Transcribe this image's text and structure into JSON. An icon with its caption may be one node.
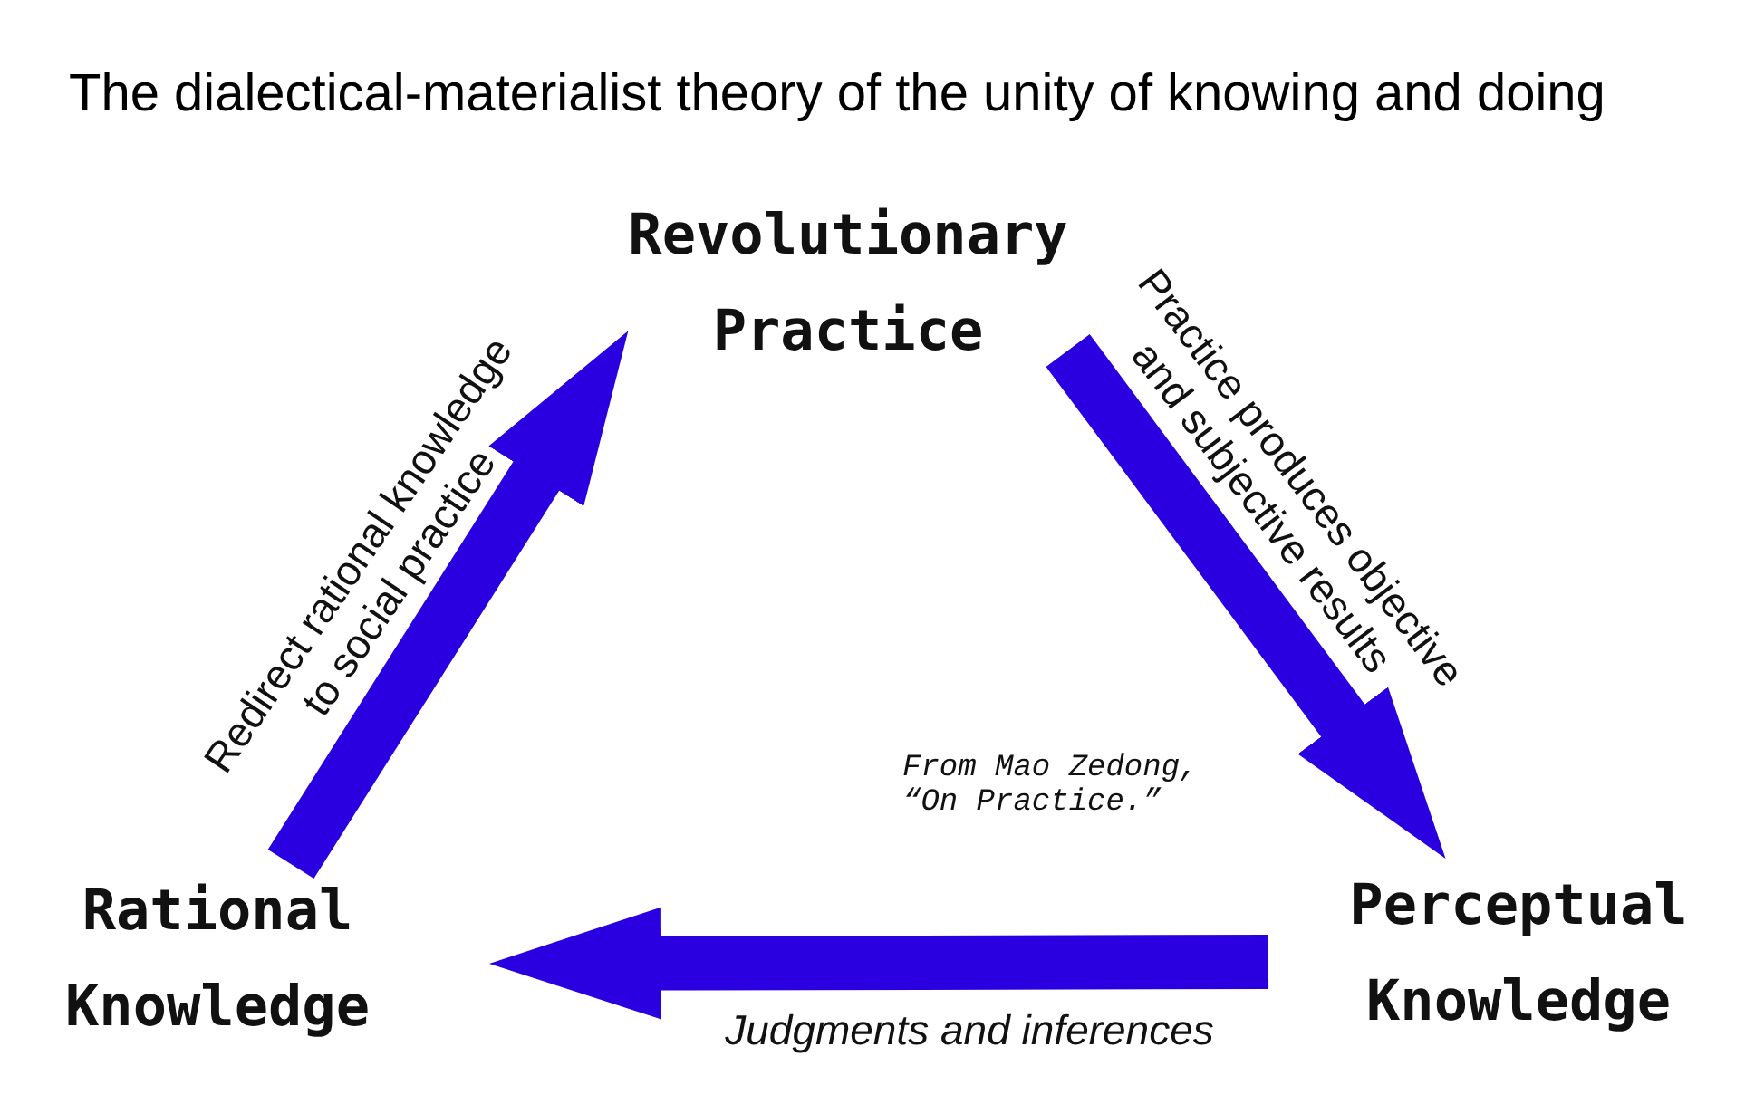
{
  "diagram": {
    "title": "The dialectical-materialist theory of the unity of knowing and doing",
    "nodes": [
      {
        "text": [
          "Revolutionary Practice"
        ]
      },
      {
        "text": [
          "Rational Knowledge"
        ]
      },
      {
        "text": [
          "Perceptual Knowledge"
        ]
      }
    ],
    "edges": [
      {
        "from": 0,
        "to": 2,
        "arrow": "to",
        "label": "Practice produces objective and subjective results"
      },
      {
        "from": 2,
        "to": 1,
        "arrow": "to",
        "label": "Judgments and inferences"
      },
      {
        "from": 1,
        "to": 0,
        "arrow": "to",
        "label": "Redirect rational knowledge to social practice"
      }
    ],
    "labels": [
      "From Mao Zedong, “On Practice.”"
    ]
  }
}
